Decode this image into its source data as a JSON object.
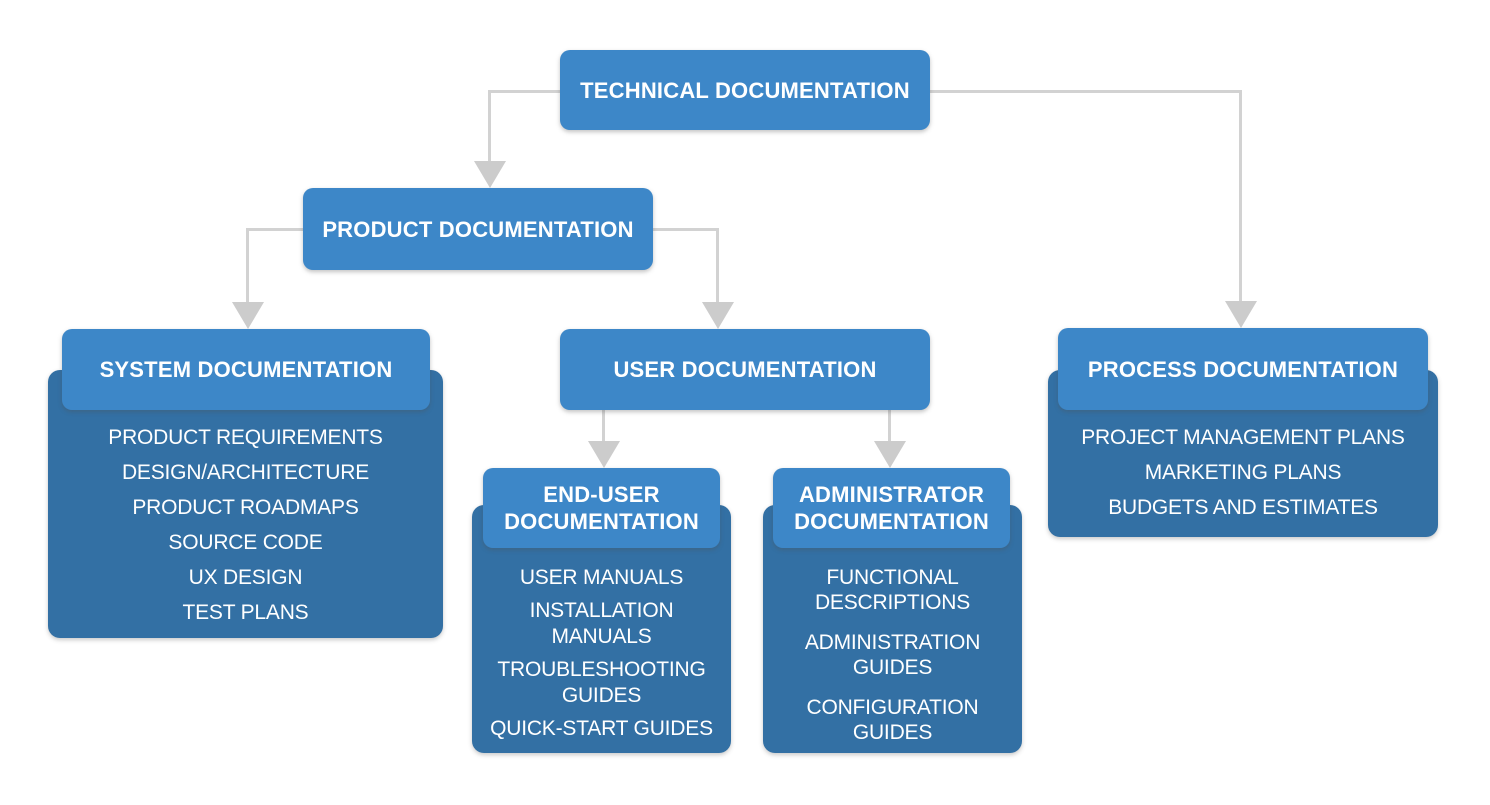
{
  "diagram": {
    "nodes": {
      "technical": {
        "title": "TECHNICAL DOCUMENTATION"
      },
      "product": {
        "title": "PRODUCT DOCUMENTATION"
      },
      "system": {
        "title": "SYSTEM DOCUMENTATION",
        "items": [
          "PRODUCT REQUIREMENTS",
          "DESIGN/ARCHITECTURE",
          "PRODUCT ROADMAPS",
          "SOURCE CODE",
          "UX DESIGN",
          "TEST PLANS"
        ]
      },
      "user": {
        "title": "USER DOCUMENTATION"
      },
      "end_user": {
        "title": "END-USER\nDOCUMENTATION",
        "items": [
          "USER MANUALS",
          "INSTALLATION\nMANUALS",
          "TROUBLESHOOTING\nGUIDES",
          "QUICK-START GUIDES"
        ]
      },
      "administrator": {
        "title": "ADMINISTRATOR\nDOCUMENTATION",
        "items": [
          "FUNCTIONAL\nDESCRIPTIONS",
          "ADMINISTRATION\nGUIDES",
          "CONFIGURATION\nGUIDES"
        ]
      },
      "process": {
        "title": "PROCESS DOCUMENTATION",
        "items": [
          "PROJECT MANAGEMENT PLANS",
          "MARKETING PLANS",
          "BUDGETS AND ESTIMATES"
        ]
      }
    },
    "colors": {
      "header_blue": "#3d87c8",
      "body_blue": "#3370a4",
      "connector_gray": "#d2d2d2",
      "arrow_gray": "#cccccc",
      "text": "#ffffff",
      "background": "#ffffff"
    }
  }
}
